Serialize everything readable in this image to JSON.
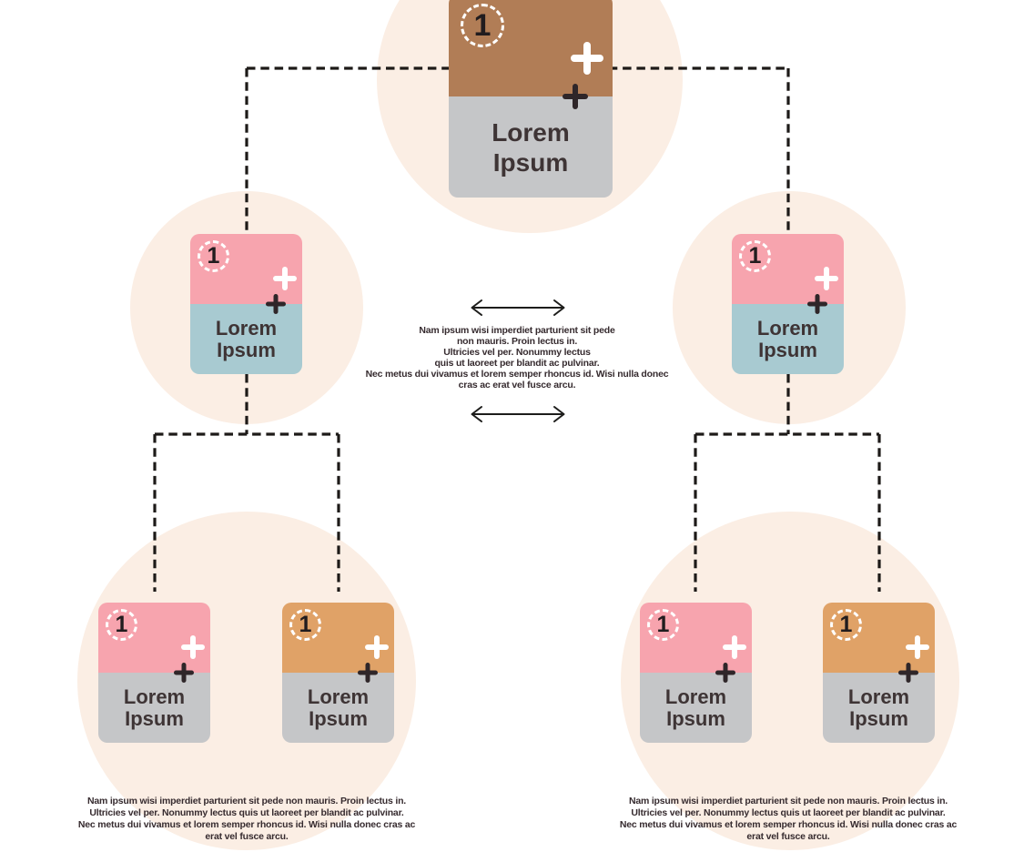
{
  "palette": {
    "background": "#ffffff",
    "halo_circle": "#fbeee4",
    "root_header": "#b17d56",
    "pink_header": "#f7a4ae",
    "orange_header": "#e0a267",
    "gray_body": "#c5c6c8",
    "blue_body": "#a8cad1",
    "connector_line": "#1d1a18",
    "label_text": "#3e3435",
    "note_text": "#362b2f",
    "plus_white": "#ffffff",
    "plus_black": "#2f2629"
  },
  "nodes": {
    "root": {
      "badge": "1",
      "label": [
        "Lorem",
        "Ipsum"
      ]
    },
    "branch_left": {
      "badge": "1",
      "label": [
        "Lorem",
        "Ipsum"
      ]
    },
    "branch_right": {
      "badge": "1",
      "label": [
        "Lorem",
        "Ipsum"
      ]
    },
    "leaf_left_1": {
      "badge": "1",
      "label": [
        "Lorem",
        "Ipsum"
      ]
    },
    "leaf_left_2": {
      "badge": "1",
      "label": [
        "Lorem",
        "Ipsum"
      ]
    },
    "leaf_right_1": {
      "badge": "1",
      "label": [
        "Lorem",
        "Ipsum"
      ]
    },
    "leaf_right_2": {
      "badge": "1",
      "label": [
        "Lorem",
        "Ipsum"
      ]
    }
  },
  "center_note": {
    "lines": [
      "Nam ipsum wisi imperdiet parturient sit pede",
      "non mauris. Proin lectus in.",
      "Ultricies vel per. Nonummy lectus",
      "quis ut laoreet per blandit ac pulvinar.",
      "Nec metus dui vivamus et lorem semper rhoncus id. Wisi nulla donec",
      "cras ac erat vel fusce arcu."
    ]
  },
  "footnote_left": {
    "lines": [
      "Nam ipsum wisi imperdiet parturient sit pede non mauris. Proin lectus in.",
      "Ultricies vel per. Nonummy lectus quis ut laoreet per blandit ac pulvinar.",
      "Nec metus dui vivamus et lorem semper rhoncus id. Wisi nulla donec cras ac",
      "erat vel fusce arcu."
    ]
  },
  "footnote_right": {
    "lines": [
      "Nam ipsum wisi imperdiet parturient sit pede non mauris. Proin lectus in.",
      "Ultricies vel per. Nonummy lectus quis ut laoreet per blandit ac pulvinar.",
      "Nec metus dui vivamus et lorem semper rhoncus id. Wisi nulla donec cras ac",
      "erat vel fusce arcu."
    ]
  }
}
